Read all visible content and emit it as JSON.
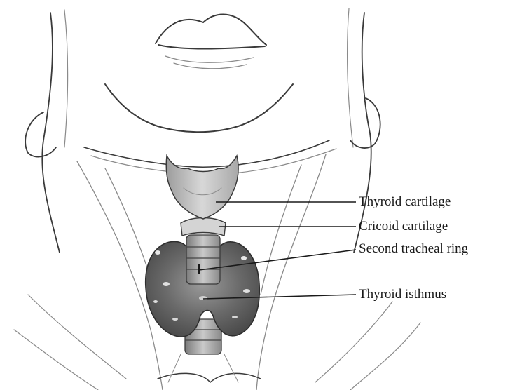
{
  "labels": {
    "thyroid_cartilage": "Thyroid cartilage",
    "cricoid_cartilage": "Cricoid cartilage",
    "second_tracheal_ring": "Second tracheal ring",
    "thyroid_isthmus": "Thyroid isthmus"
  },
  "colors": {
    "background": "#ffffff",
    "ink": "#1a1a1a",
    "gland_shading": "#5a5a5a",
    "cartilage_shading": "#b8b8b8"
  }
}
